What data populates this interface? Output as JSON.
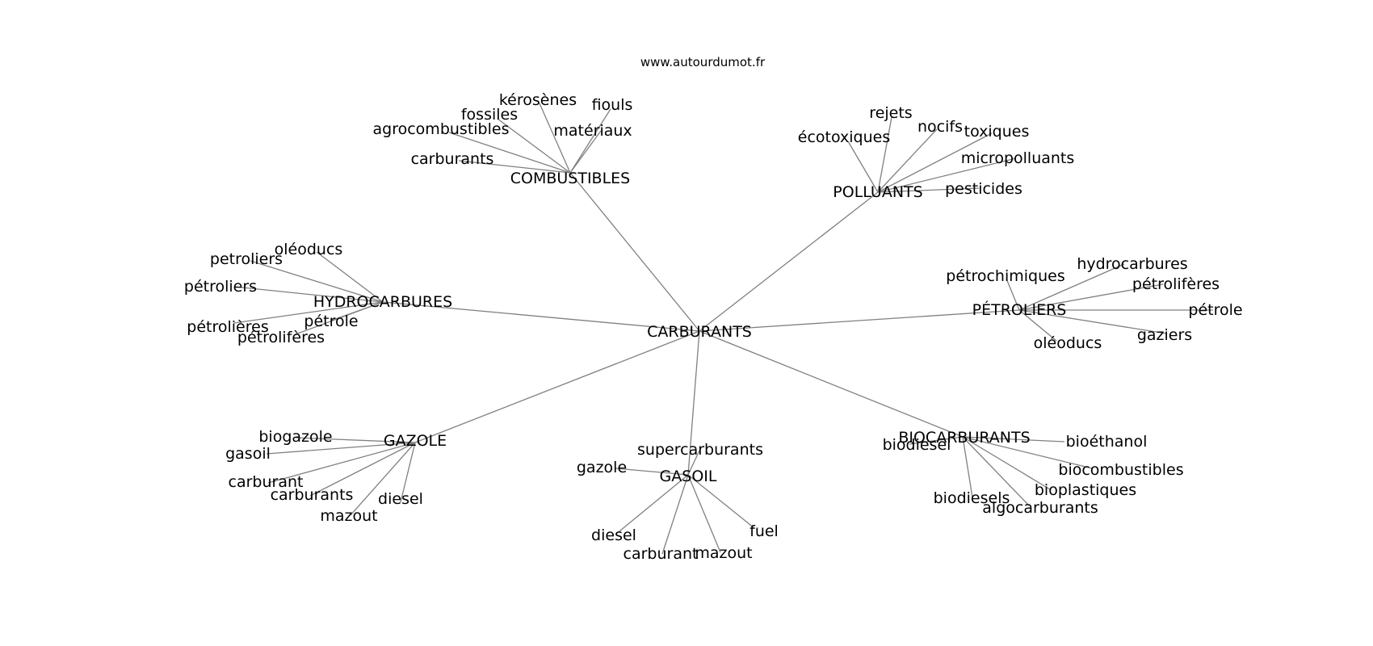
{
  "header": {
    "site": "www.autourdumot.fr"
  },
  "graph": {
    "root": "CARBURANTS",
    "hubs": [
      {
        "label": "COMBUSTIBLES",
        "leaves": [
          "kérosènes",
          "fiouls",
          "fossiles",
          "matériaux",
          "agrocombustibles",
          "carburants"
        ]
      },
      {
        "label": "POLLUANTS",
        "leaves": [
          "rejets",
          "nocifs",
          "écotoxiques",
          "toxiques",
          "micropolluants",
          "pesticides"
        ]
      },
      {
        "label": "HYDROCARBURES",
        "leaves": [
          "oléoducs",
          "petroliers",
          "pétroliers",
          "pétrolières",
          "pétrole",
          "pétrolifères"
        ]
      },
      {
        "label": "PÉTROLIERS",
        "leaves": [
          "pétrochimiques",
          "hydrocarbures",
          "pétrolifères",
          "pétrole",
          "gaziers",
          "oléoducs"
        ]
      },
      {
        "label": "GAZOLE",
        "leaves": [
          "biogazole",
          "gasoil",
          "carburant",
          "carburants",
          "diesel",
          "mazout"
        ]
      },
      {
        "label": "GASOIL",
        "leaves": [
          "supercarburants",
          "gazole",
          "diesel",
          "carburant",
          "mazout",
          "fuel"
        ]
      },
      {
        "label": "BIOCARBURANTS",
        "leaves": [
          "biodiesel",
          "bioéthanol",
          "biocombustibles",
          "bioplastiques",
          "biodiesels",
          "algocarburants"
        ]
      }
    ]
  }
}
